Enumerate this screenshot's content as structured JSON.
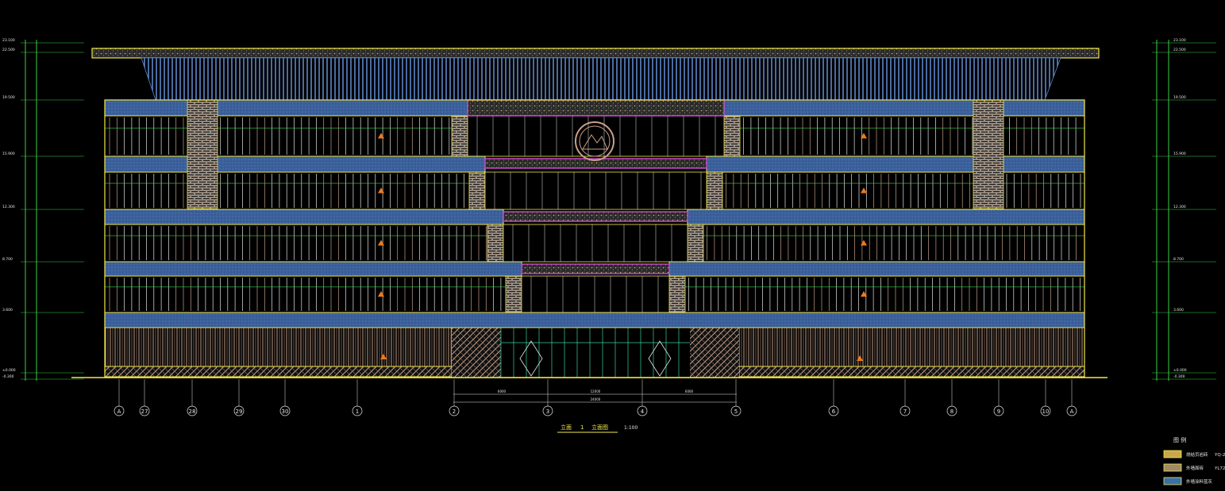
{
  "drawing": {
    "title_main": "立面",
    "title_num": "1",
    "title_sub": "立面图",
    "scale": "1:100"
  },
  "axes": {
    "labels": [
      "A",
      "27",
      "28",
      "29",
      "30",
      "1",
      "2",
      "3",
      "4",
      "5",
      "6",
      "7",
      "8",
      "9",
      "10",
      "A"
    ]
  },
  "legend": {
    "title": "图 例",
    "items": [
      {
        "label": "烧结页岩砖",
        "code": "YQ-2",
        "swatch": "#caa84a"
      },
      {
        "label": "外墙面砖",
        "code": "YL72",
        "swatch": "#a08a6a"
      },
      {
        "label": "外墙涂料蓝灰",
        "code": "",
        "swatch": "#3b6fa8"
      }
    ]
  },
  "levels_left": [
    "23.100",
    "22.500",
    "19.500",
    "15.900",
    "12.300",
    "8.700",
    "3.600",
    "±0.000",
    "-0.300"
  ],
  "levels_right": [
    "23.100",
    "22.500",
    "19.500",
    "15.900",
    "12.300",
    "8.700",
    "3.600",
    "±0.000",
    "-0.300"
  ],
  "dims_bottom": [
    "6000",
    "12000",
    "6000",
    "24000"
  ],
  "colors": {
    "background": "#000000",
    "outline": "#f2e84a",
    "facade_blue": "#3a5f9a",
    "brick": "#c4a08a",
    "magenta": "#d04ad0",
    "grid_white": "#e6e6e6",
    "green": "#3ad04a",
    "cyan": "#3ad0d0"
  }
}
